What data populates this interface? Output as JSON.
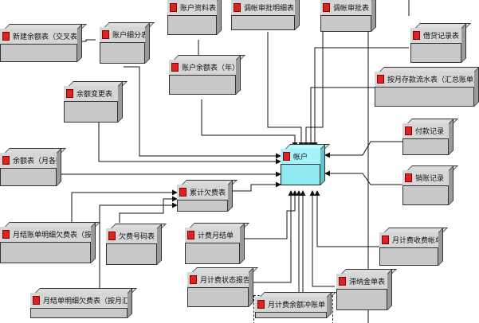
{
  "diagram": {
    "center": {
      "label": "帐户"
    },
    "entities": [
      {
        "id": "e1",
        "label": "新建余额表（交叉表）"
      },
      {
        "id": "e2",
        "label": "账户细分表"
      },
      {
        "id": "e3",
        "label": "账户资料表"
      },
      {
        "id": "e4",
        "label": "调帐审批明细表"
      },
      {
        "id": "e5",
        "label": "调帐审批表"
      },
      {
        "id": "e6",
        "label": "借贷记录表"
      },
      {
        "id": "e7",
        "label": "账户余额表（年）"
      },
      {
        "id": "e8",
        "label": "按月存款流水表（汇总账单对表）"
      },
      {
        "id": "e9",
        "label": "余额变更表"
      },
      {
        "id": "e10",
        "label": "付款记录"
      },
      {
        "id": "e11",
        "label": "余额表（月各账户）"
      },
      {
        "id": "e12",
        "label": "销账记录"
      },
      {
        "id": "e13",
        "label": "累计欠费表"
      },
      {
        "id": "e14",
        "label": "月结账单明细欠费表（按天汇总）"
      },
      {
        "id": "e15",
        "label": "欠费号码表"
      },
      {
        "id": "e16",
        "label": "计费月结单"
      },
      {
        "id": "e17",
        "label": "月计费收费帐单"
      },
      {
        "id": "e18",
        "label": "月计费状态报告"
      },
      {
        "id": "e19",
        "label": "月结单明细欠费表（按月汇总）"
      },
      {
        "id": "e20",
        "label": "月计费余额冲账单"
      },
      {
        "id": "e21",
        "label": "滞纳金单表"
      }
    ]
  }
}
